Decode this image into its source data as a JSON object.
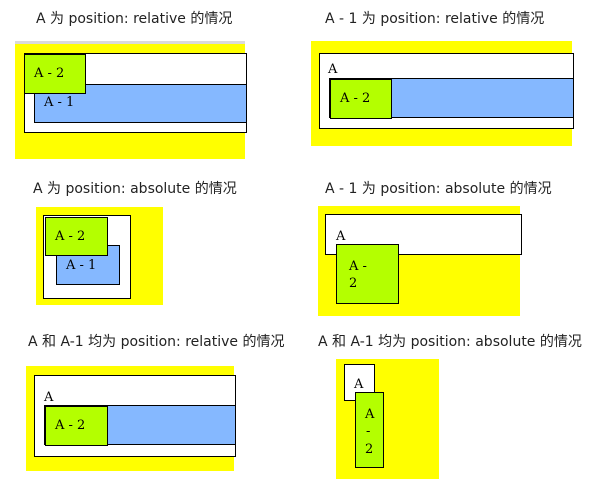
{
  "captions": {
    "p1": "A 为 position: relative 的情况",
    "p2": "A - 1 为 position: relative 的情况",
    "p3": "A 为 position: absolute 的情况",
    "p4": "A - 1 为 position: absolute 的情况",
    "p5": "A 和 A-1 均为 position: relative 的情况",
    "p6": "A 和 A-1 均为 position: absolute 的情况"
  },
  "labels": {
    "a": "A",
    "a1": "A - 1",
    "a2": "A - 2",
    "a2_wrap_top": "A -",
    "a2_wrap_bottom": "2",
    "v_a": "A",
    "v_dash": "-",
    "v_2": "2"
  },
  "colors": {
    "yellow": "#ffff00",
    "blue": "#85b8ff",
    "green": "#b4ff00",
    "white": "#ffffff"
  }
}
